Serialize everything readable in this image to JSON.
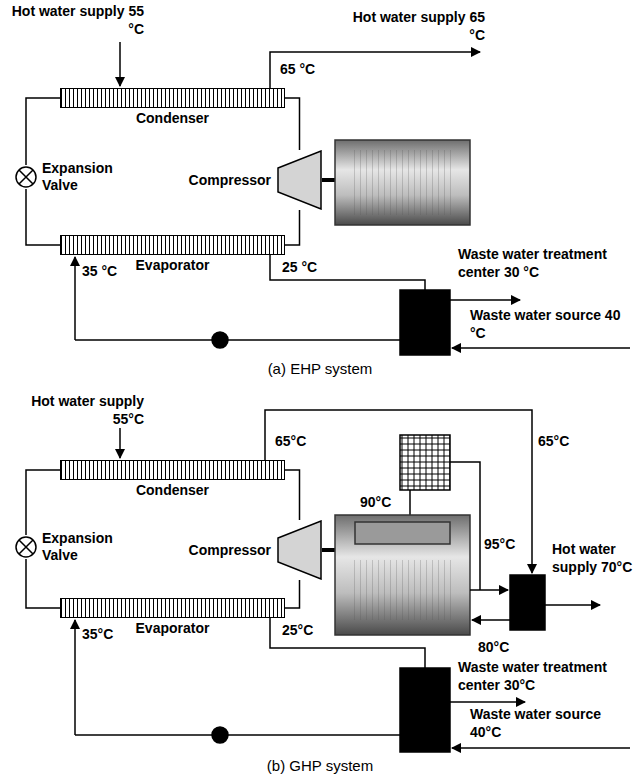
{
  "diagram": {
    "nodes": [
      {
        "text": [
          "Condenser"
        ]
      },
      {
        "text": [
          "Expansion Valve"
        ]
      },
      {
        "text": [
          "Compressor"
        ]
      },
      {
        "text": [
          "Evaporator"
        ]
      },
      {
        "text": [
          "Condenser"
        ]
      },
      {
        "text": [
          "Expansion Valve"
        ]
      },
      {
        "text": [
          "Compressor"
        ]
      },
      {
        "text": [
          "Evaporator"
        ]
      }
    ],
    "edges": [
      {
        "from": 0,
        "to": 1,
        "arrow": "none"
      },
      {
        "from": 1,
        "to": 3,
        "arrow": "none"
      },
      {
        "from": 3,
        "to": 2,
        "arrow": "none"
      },
      {
        "from": 2,
        "to": 0,
        "arrow": "none"
      },
      {
        "from": 4,
        "to": 5,
        "arrow": "none"
      },
      {
        "from": 5,
        "to": 7,
        "arrow": "none"
      },
      {
        "from": 7,
        "to": 6,
        "arrow": "none"
      },
      {
        "from": 6,
        "to": 4,
        "arrow": "none"
      }
    ],
    "labels": [
      "Hot water supply 55 °C",
      "Hot water supply 65 °C",
      "65 °C",
      "25 °C",
      "35 °C",
      "Waste water treatment center 30 °C",
      "Waste water source 40 °C",
      "(a) EHP system",
      "Hot water supply 55°C",
      "65°C",
      "90°C",
      "65°C",
      "95°C",
      "Hot water supply 70°C",
      "80°C",
      "25°C",
      "35°C",
      "Waste water treatment center 30°C",
      "Waste water source 40°C",
      "(b) GHP system"
    ]
  }
}
